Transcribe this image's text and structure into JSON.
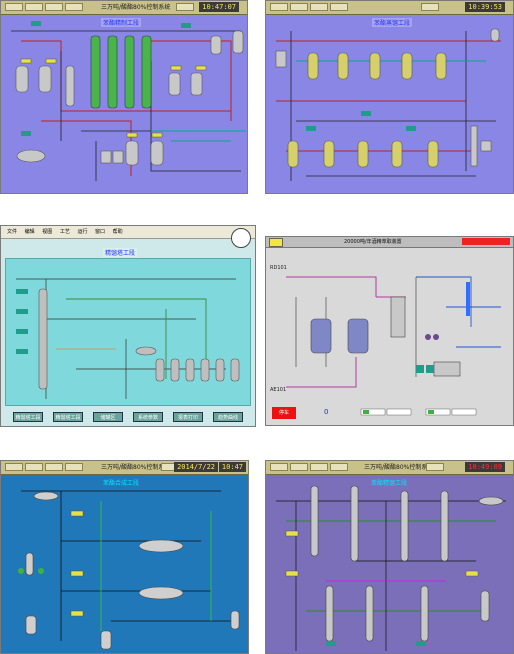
{
  "panel1": {
    "clock": "10:47:07",
    "title": "三万吨/酸酯80%控制系统",
    "subtitle": "苯酯精制工段"
  },
  "panel2": {
    "clock": "10:39:53",
    "subtitle": "苯酯蒸馏工段"
  },
  "panel3": {
    "menu": [
      "文件",
      "编辑",
      "视图",
      "工艺",
      "运行",
      "窗口",
      "帮助"
    ],
    "subtitle": "精馏塔工段",
    "buttons": [
      "精馏塔工段",
      "精馏塔工段",
      "储罐区",
      "系统参数",
      "报表打印",
      "趋势曲线"
    ]
  },
  "panel4": {
    "header": "20000吨/年酒精萃取装置",
    "label_rd": "RD101",
    "label_ae": "AE101",
    "readout": "0",
    "stop": "停车"
  },
  "panel5": {
    "title": "三万吨/酸酯80%控制系统",
    "date": "2014/7/22",
    "clock": "10:47",
    "subtitle": "苯酯合成工段"
  },
  "panel6": {
    "title": "三万吨/酸酯80%控制系统",
    "clock": "10:49:09",
    "subtitle": "苯酯精馏工段"
  }
}
